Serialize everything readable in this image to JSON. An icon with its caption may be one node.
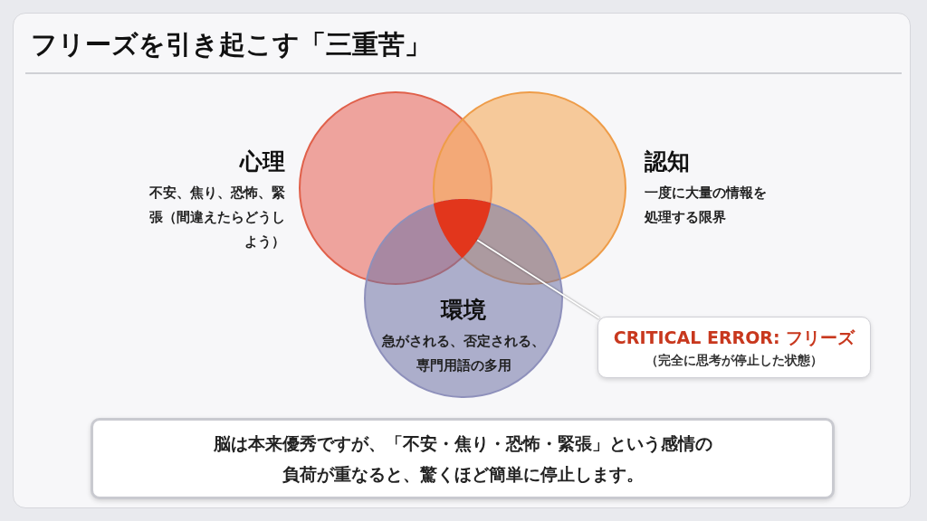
{
  "diagram": {
    "title": "フリーズを引き起こす「三重苦」",
    "nodes": [
      {
        "text": [
          "心理",
          "不安、焦り、恐怖、緊張（間違えたらどうしよう）"
        ]
      },
      {
        "text": [
          "認知",
          "一度に大量の情報を処理する限界"
        ]
      },
      {
        "text": [
          "環境",
          "急がされる、否定される、専門用語の多用"
        ]
      },
      {
        "text": [],
        "shape": "region"
      },
      {
        "text": [
          "CRITICAL ERROR: フリーズ",
          "（完全に思考が停止した状態）"
        ]
      },
      {
        "text": [
          "脳は本来優秀ですが、「不安・焦り・恐怖・緊張」という感情の負荷が重なると、驚くほど簡単に停止します。"
        ]
      }
    ],
    "edges": [
      {
        "from": 4,
        "to": 3,
        "arrow": "none"
      }
    ]
  }
}
